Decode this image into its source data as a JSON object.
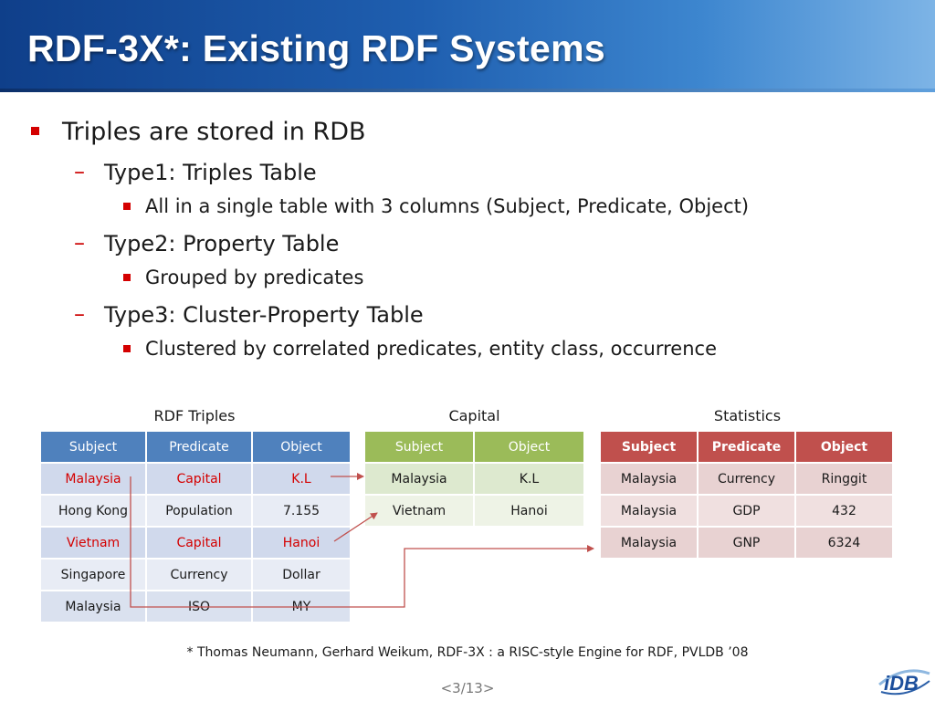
{
  "slide": {
    "title": "RDF-3X*: Existing RDF Systems",
    "bullets": {
      "b1": "Triples are stored in RDB",
      "t1": "Type1: Triples Table",
      "t1_detail": "All in a single table with 3 columns (Subject, Predicate, Object)",
      "t2": "Type2: Property Table",
      "t2_detail": "Grouped by predicates",
      "t3": "Type3: Cluster-Property Table",
      "t3_detail": "Clustered by correlated predicates, entity class, occurrence"
    },
    "footnote": "* Thomas Neumann, Gerhard Weikum, RDF-3X : a RISC-style Engine for RDF, PVLDB ’08",
    "page": "<3/13>",
    "logo_text": "iDB"
  },
  "rdf_triples": {
    "caption": "RDF Triples",
    "headers": [
      "Subject",
      "Predicate",
      "Object"
    ],
    "rows": [
      [
        "Malaysia",
        "Capital",
        "K.L"
      ],
      [
        "Hong Kong",
        "Population",
        "7.155"
      ],
      [
        "Vietnam",
        "Capital",
        "Hanoi"
      ],
      [
        "Singapore",
        "Currency",
        "Dollar"
      ],
      [
        "Malaysia",
        "ISO",
        "MY"
      ]
    ]
  },
  "capital": {
    "caption": "Capital",
    "headers": [
      "Subject",
      "Object"
    ],
    "rows": [
      [
        "Malaysia",
        "K.L"
      ],
      [
        "Vietnam",
        "Hanoi"
      ]
    ]
  },
  "statistics": {
    "caption": "Statistics",
    "headers": [
      "Subject",
      "Predicate",
      "Object"
    ],
    "rows": [
      [
        "Malaysia",
        "Currency",
        "Ringgit"
      ],
      [
        "Malaysia",
        "GDP",
        "432"
      ],
      [
        "Malaysia",
        "GNP",
        "6324"
      ]
    ]
  },
  "colors": {
    "header_bg": "#1f5fb0",
    "bullet_red": "#d40000",
    "rdf_header": "#4f81bd",
    "capital_header": "#9bbb59",
    "statistics_header": "#c0504d",
    "arrow": "#c0504d"
  }
}
